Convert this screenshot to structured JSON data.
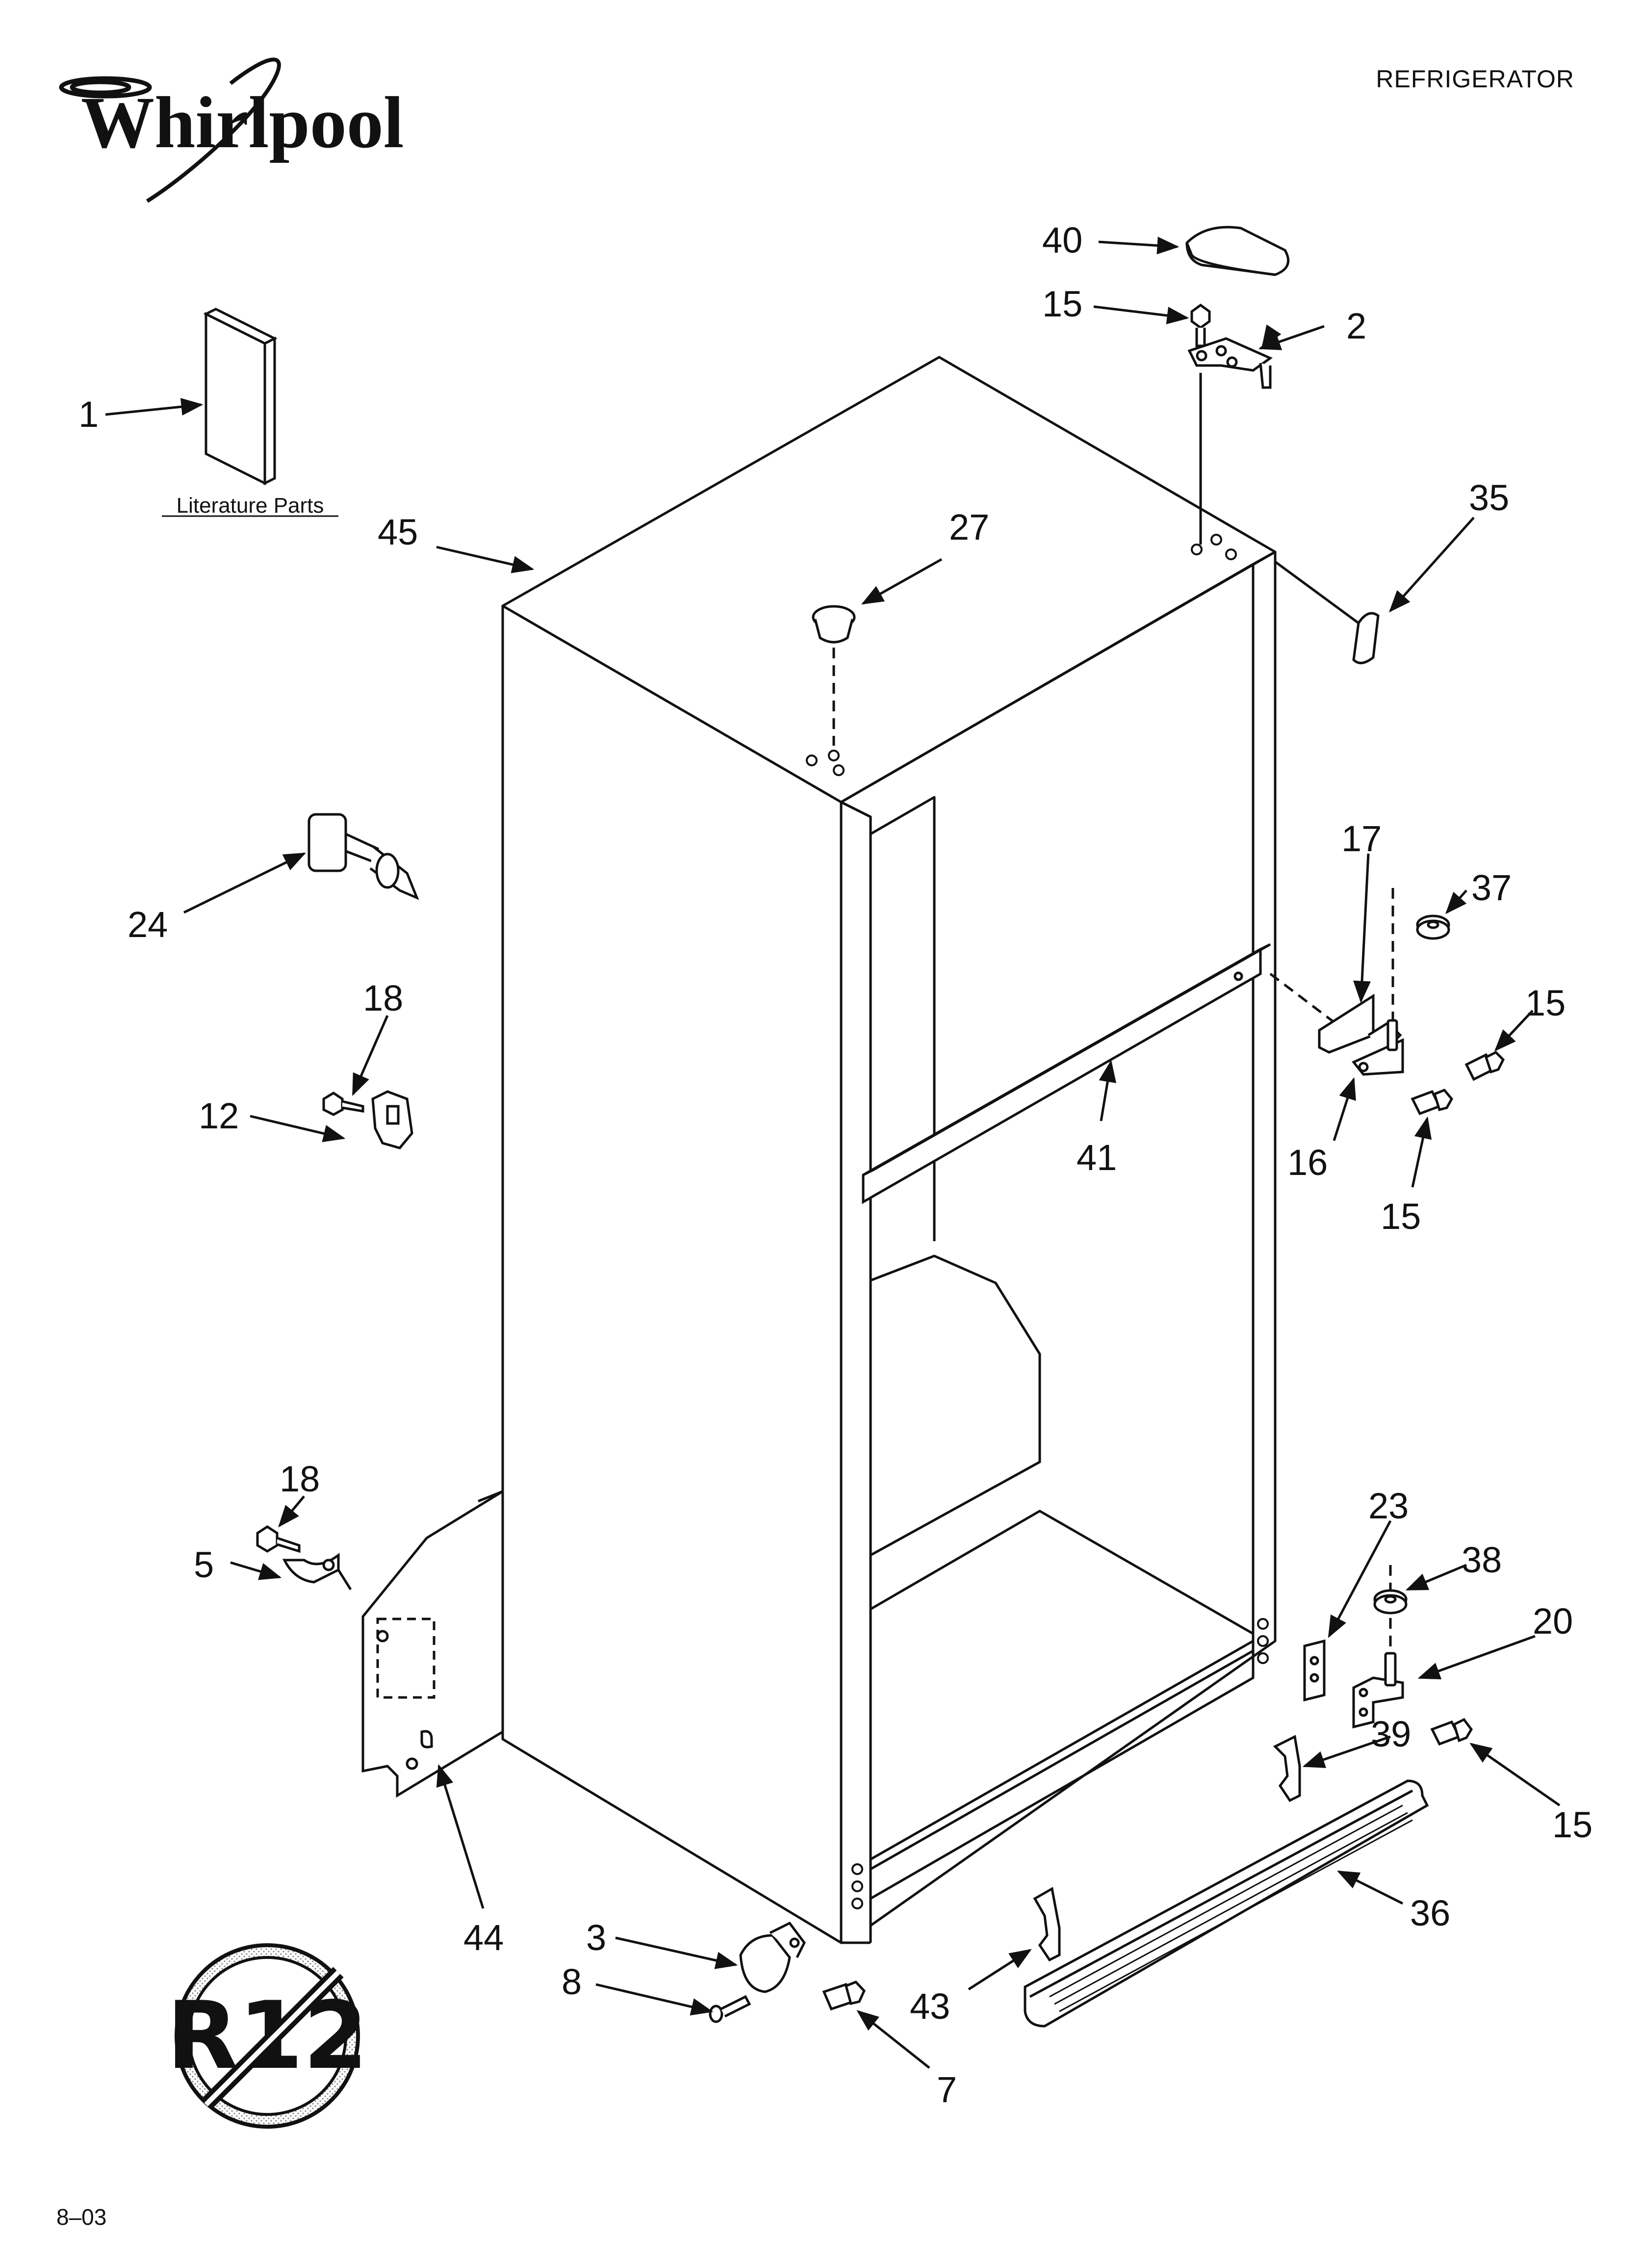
{
  "brand": {
    "name": "Whirlpool"
  },
  "header": {
    "appliance": "REFRIGERATOR"
  },
  "literature": {
    "caption": "Literature Parts"
  },
  "footer": {
    "date_code": "8–03"
  },
  "badge": {
    "text": "R12"
  },
  "callouts": {
    "p1": "1",
    "p2": "2",
    "p3": "3",
    "p5": "5",
    "p7": "7",
    "p8": "8",
    "p12": "12",
    "p15a": "15",
    "p15b": "15",
    "p15c": "15",
    "p15d": "15",
    "p16": "16",
    "p17": "17",
    "p18a": "18",
    "p18b": "18",
    "p20": "20",
    "p23": "23",
    "p24": "24",
    "p27": "27",
    "p35": "35",
    "p36": "36",
    "p37": "37",
    "p38": "38",
    "p39": "39",
    "p40": "40",
    "p41": "41",
    "p43": "43",
    "p44": "44",
    "p45": "45"
  },
  "colors": {
    "line": "#111111",
    "background": "#ffffff",
    "badge_dots": "#888888"
  }
}
